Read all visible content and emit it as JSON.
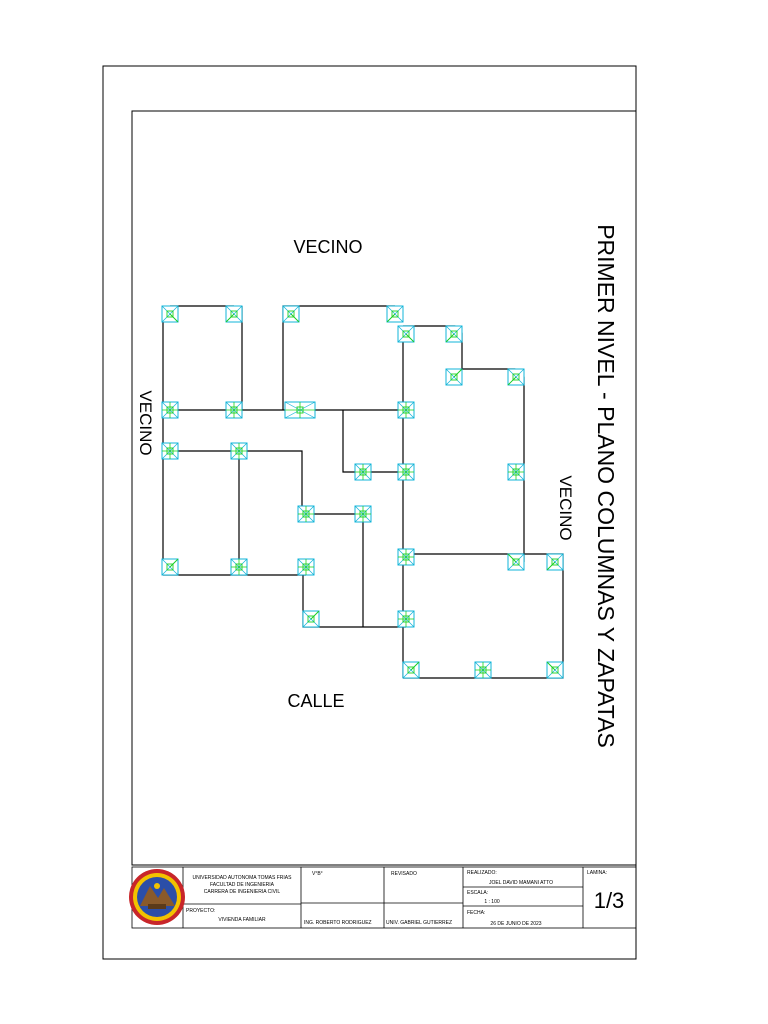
{
  "plan": {
    "title": "PRIMER NIVEL - PLANO COLUMNAS Y ZAPATAS",
    "labels": {
      "top": "VECINO",
      "left": "VECINO",
      "right": "VECINO",
      "bottom": "CALLE"
    }
  },
  "title_block": {
    "university": "UNIVERSIDAD AUTONOMA TOMAS FRIAS",
    "faculty": "FACULTAD DE INGENIERIA",
    "career": "CARRERA DE INGENIERIA CIVIL",
    "project_label": "PROYECTO:",
    "project_name": "VIVIENDA FAMILIAR",
    "vobo_label": "V°B°",
    "revised_label": "REVISADO",
    "vobo_name": "ING.  ROBERTO RODRIGUEZ",
    "revised_name": "UNIV. GABRIEL GUTIERREZ",
    "made_by_label": "REALIZADO:",
    "made_by_name": "JOEL DAVID MAMANI ATTO",
    "scale_label": "ESCALA:",
    "scale_value": "1 : 100",
    "date_label": "FECHA:",
    "date_value": "26  DE  JUNIO  DE  2023",
    "sheet_label": "LAMINA:",
    "sheet_value": "1/3"
  },
  "colors": {
    "column_outline": "#12b4d8",
    "column_center": "#1fd21f",
    "walls": "#000000"
  }
}
